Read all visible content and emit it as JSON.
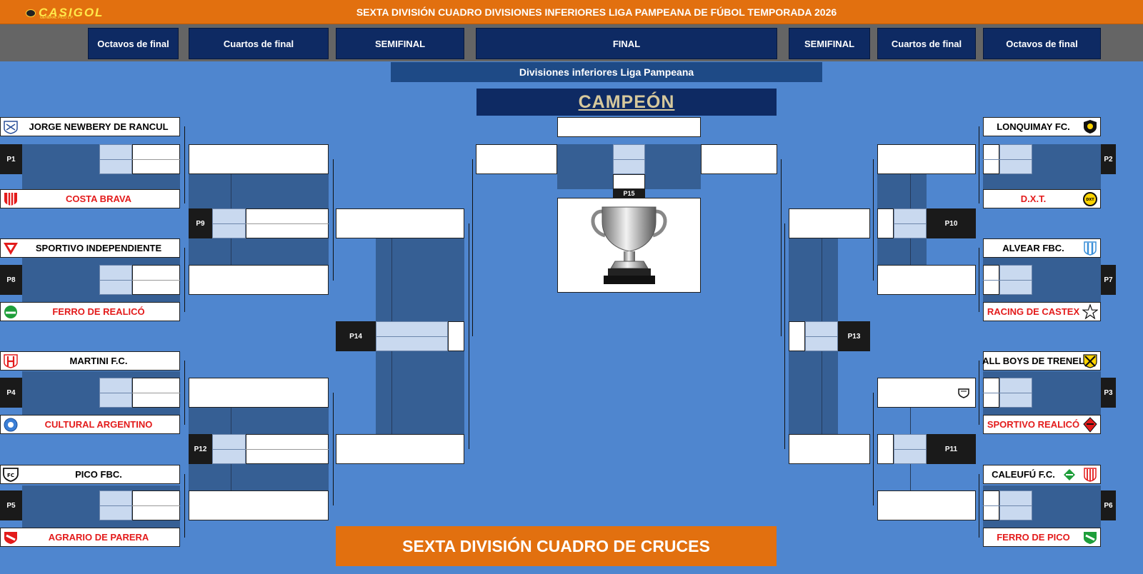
{
  "header": {
    "logo_text": "CASIGOL",
    "logo_sub": "GENERAL PICO L.P.",
    "title": "SEXTA DIVISIÓN CUADRO DIVISIONES INFERIORES LIGA PAMPEANA DE FÚBOL  TEMPORADA 2026"
  },
  "rounds": {
    "left_octavos": "Octavos de final",
    "left_cuartos": "Cuartos de final",
    "left_semi": "SEMIFINAL",
    "final": "FINAL",
    "right_semi": "SEMIFINAL",
    "right_cuartos": "Cuartos de final",
    "right_octavos": "Octavos de final"
  },
  "subtitle": "Divisiones inferiores Liga Pampeana",
  "champion_label": "CAMPEÓN",
  "left_matches": [
    {
      "match": "P1",
      "home": "JORGE NEWBERY DE RANCUL",
      "away": "COSTA BRAVA"
    },
    {
      "match": "P8",
      "home": "SPORTIVO INDEPENDIENTE",
      "away": "FERRO DE REALICÓ"
    },
    {
      "match": "P4",
      "home": "MARTINI F.C.",
      "away": "CULTURAL ARGENTINO"
    },
    {
      "match": "P5",
      "home": "PICO FBC.",
      "away": "AGRARIO DE PARERA"
    }
  ],
  "right_matches": [
    {
      "match": "P2",
      "home": "LONQUIMAY FC.",
      "away": "D.X.T."
    },
    {
      "match": "P7",
      "home": "ALVEAR FBC.",
      "away": "RACING DE CASTEX"
    },
    {
      "match": "P3",
      "home": "ALL BOYS DE TRENEL",
      "away": "SPORTIVO REALICÓ"
    },
    {
      "match": "P6",
      "home": "CALEUFÚ F.C.",
      "away": "FERRO DE PICO"
    }
  ],
  "quarter_matches": {
    "left_top": "P9",
    "left_bottom": "P12",
    "right_top": "P10",
    "right_bottom": "P11"
  },
  "semi_matches": {
    "left": "P14",
    "right": "P13"
  },
  "final_match": "P15",
  "bottom_title": "SEXTA DIVISIÓN CUADRO DE CRUCES",
  "colors": {
    "background": "#4f86cf",
    "header_orange": "#e2700f",
    "navy": "#0e2a63",
    "team_red": "#e31b1b"
  }
}
